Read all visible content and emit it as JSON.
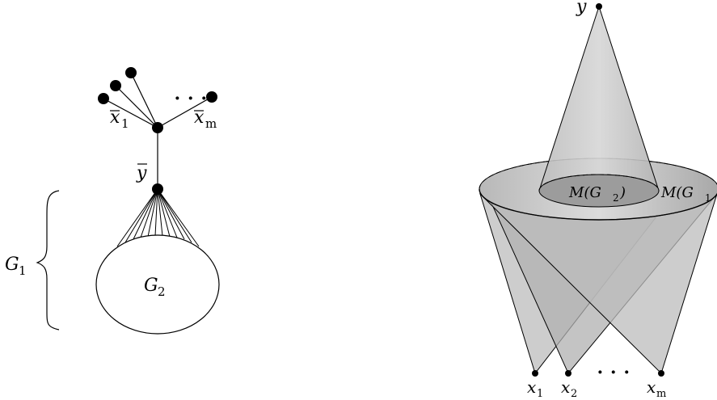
{
  "left": {
    "bracket_label": "G",
    "bracket_label_sub": "1",
    "ellipse_label": "G",
    "ellipse_label_sub": "2",
    "edge_label": "y",
    "x1_label": "x",
    "x1_sub": "1",
    "xm_label": "x",
    "xm_sub": "m",
    "dots": "⋅ ⋅ ⋅"
  },
  "right": {
    "apex_label": "y",
    "inner_label": "M(G",
    "inner_label_sub": "2",
    "inner_label_close": ")",
    "outer_label": "M(G",
    "outer_label_sub": "1",
    "b1_label": "x",
    "b1_sub": "1",
    "b2_label": "x",
    "b2_sub": "2",
    "bm_label": "x",
    "bm_sub": "m",
    "dots": "⋅ ⋅ ⋅"
  },
  "colors": {
    "cone_fill": "#c8c8c8",
    "cone_dark": "#a8a8a8",
    "disk_top": "#d4d4d4",
    "inner_disk": "#9a9a9a",
    "stroke": "#000000"
  }
}
